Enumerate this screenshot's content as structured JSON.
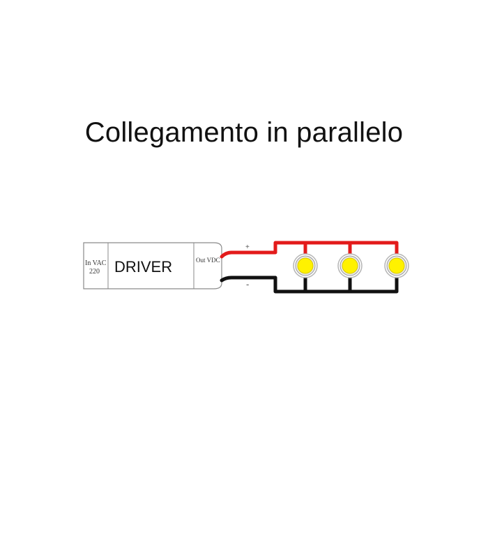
{
  "title": "Collegamento in parallelo",
  "driver": {
    "label": "DRIVER",
    "input_line1": "In VAC",
    "input_line2": "220",
    "output_label": "Out VDC"
  },
  "polarity": {
    "positive": "+",
    "negative": "-"
  },
  "leds": [
    {
      "name": "led-1"
    },
    {
      "name": "led-2"
    },
    {
      "name": "led-3"
    }
  ],
  "colors": {
    "positive_wire": "#e31b1b",
    "negative_wire": "#111111",
    "led_fill": "#fff200",
    "led_ring": "#c8c8c8",
    "driver_border": "#8a8a8a"
  }
}
